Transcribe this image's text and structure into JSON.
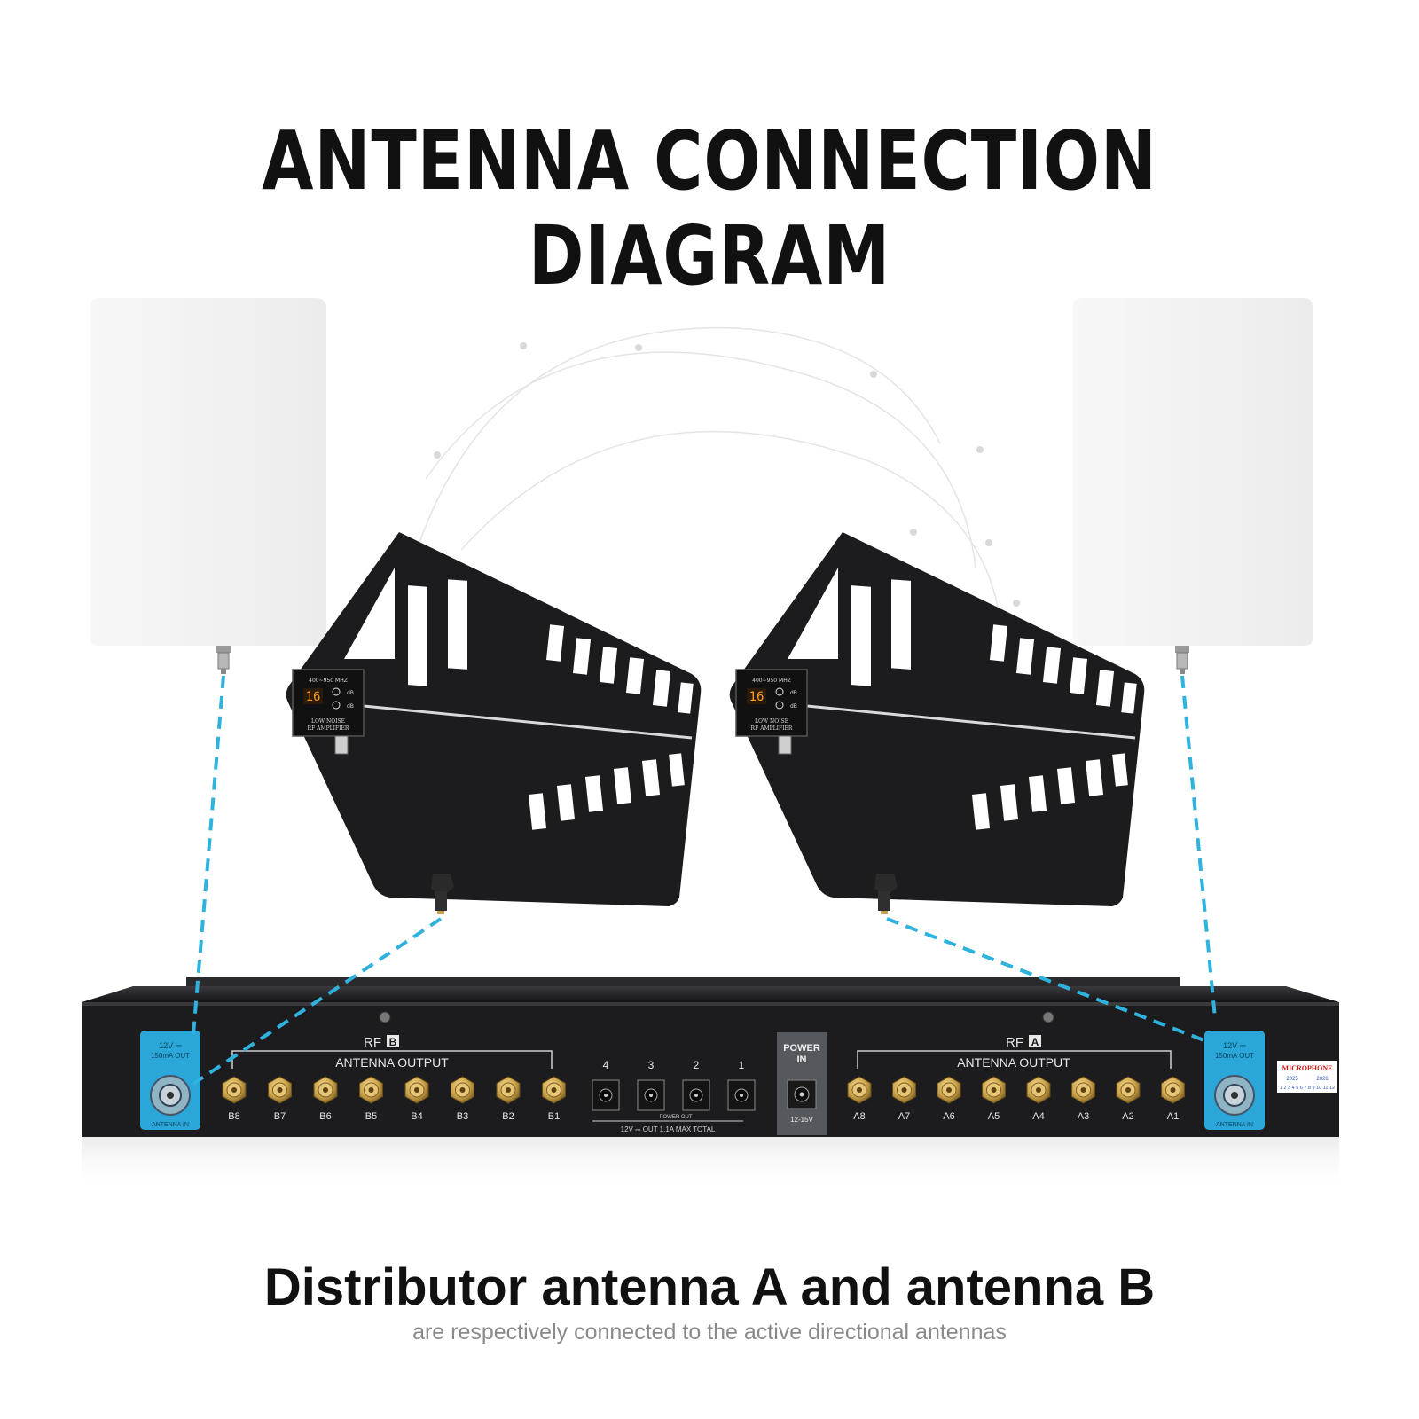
{
  "title": "ANTENNA CONNECTION DIAGRAM",
  "subtitle": "Distributor antenna A and antenna B",
  "caption": "are respectively connected to the active directional antennas",
  "colors": {
    "connection_line": "#2fb2de",
    "antenna_port_block": "#2ba6d8",
    "chassis": "#1e1e21",
    "sma_gold": "#c9a14a"
  },
  "amplifier_panel": {
    "freq_range": "400~950 MHZ",
    "gain_display": "16",
    "gain_unit": "dB",
    "label_line1": "LOW NOISE",
    "label_line2": "RF AMPLIFIER"
  },
  "distributor": {
    "rf_b": {
      "label": "RF",
      "letter": "B",
      "sublabel": "ANTENNA OUTPUT",
      "ports": [
        "B8",
        "B7",
        "B6",
        "B5",
        "B4",
        "B3",
        "B2",
        "B1"
      ]
    },
    "rf_a": {
      "label": "RF",
      "letter": "A",
      "sublabel": "ANTENNA OUTPUT",
      "ports": [
        "A8",
        "A7",
        "A6",
        "A5",
        "A4",
        "A3",
        "A2",
        "A1"
      ]
    },
    "power_out": {
      "ports": [
        "4",
        "3",
        "2",
        "1"
      ],
      "label": "POWER OUT",
      "footer": "12V ⎓ OUT 1.1A MAX TOTAL"
    },
    "power_in": {
      "label_line1": "POWER",
      "label_line2": "IN",
      "voltage": "12-15V"
    },
    "antenna_in_left": {
      "spec_line1": "12V ⎓",
      "spec_line2": "150mA OUT",
      "label": "ANTENNA IN"
    },
    "antenna_in_right": {
      "spec_line1": "12V ⎓",
      "spec_line2": "150mA OUT",
      "label": "ANTENNA IN"
    },
    "sticker": {
      "title": "MICROPHONE",
      "year1": "2025",
      "year2": "2026",
      "digits": "1 2 3 4 5 6 7 8 9 10 11 12"
    }
  }
}
